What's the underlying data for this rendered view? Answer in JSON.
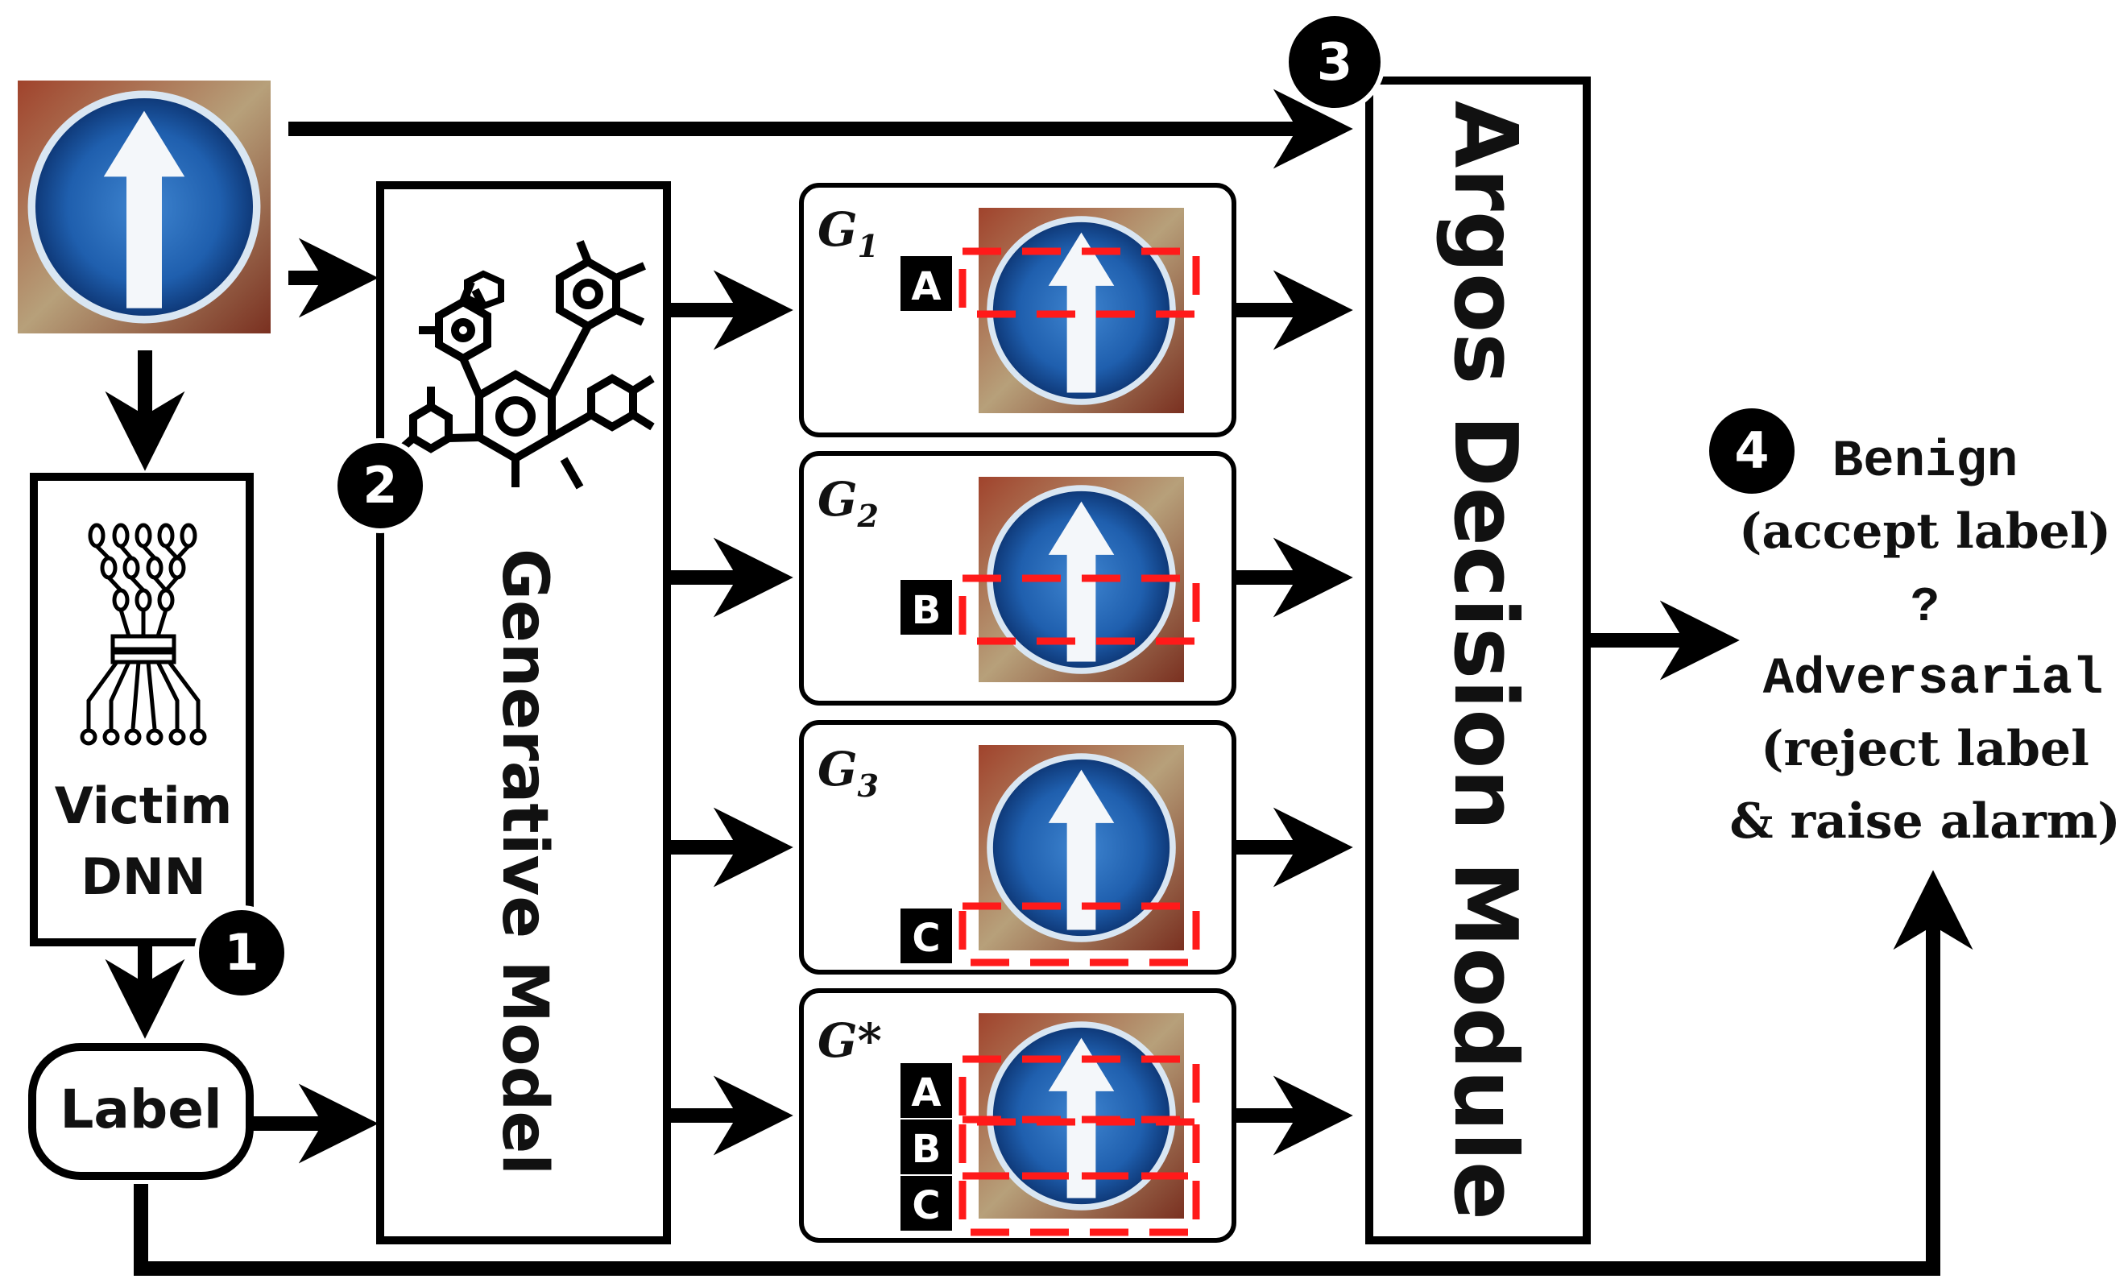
{
  "victim": {
    "line1": "Victim",
    "line2": "DNN"
  },
  "label_node": "Label",
  "generative_model": "Generative Model",
  "decision_module": "Argos Decision Module",
  "steps": [
    "1",
    "2",
    "3",
    "4"
  ],
  "outputs": [
    {
      "name": "G",
      "sub": "1",
      "regions": [
        "A"
      ]
    },
    {
      "name": "G",
      "sub": "2",
      "regions": [
        "B"
      ]
    },
    {
      "name": "G",
      "sub": "3",
      "regions": [
        "C"
      ]
    },
    {
      "name": "G*",
      "sub": "",
      "regions": [
        "A",
        "B",
        "C"
      ]
    }
  ],
  "verdict": {
    "benign": "Benign",
    "accept": "(accept label)",
    "question": "?",
    "adversarial": "Adversarial",
    "reject": "(reject label",
    "alarm": "& raise alarm)"
  },
  "colors": {
    "stroke": "#000000",
    "highlight": "#ff1a1a",
    "sign_blue": "#1f5fae",
    "sign_bg": "#8a3b2a"
  },
  "icons": [
    "traffic-sign-image",
    "neural-network-icon",
    "molecule-icon"
  ]
}
